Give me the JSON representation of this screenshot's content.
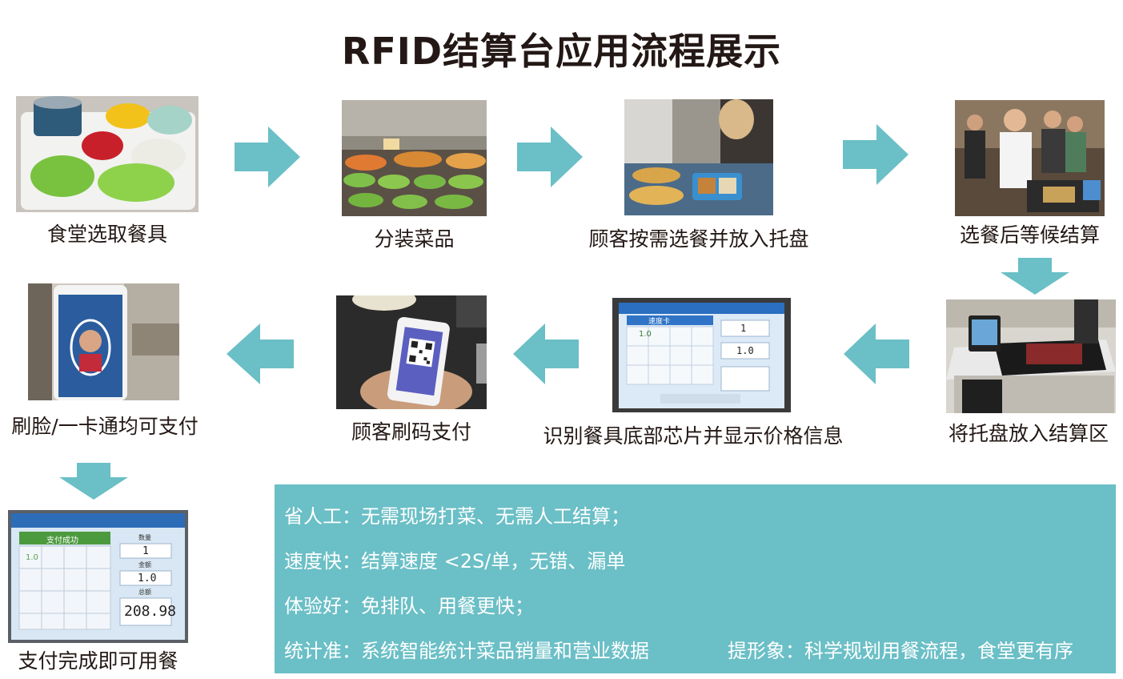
{
  "title": "RFID结算台应用流程展示",
  "steps": [
    {
      "label": "食堂选取餐具",
      "image": "tray-with-bowls"
    },
    {
      "label": "分装菜品",
      "image": "buffet-dishes"
    },
    {
      "label": "顾客按需选餐并放入托盘",
      "image": "customers-selecting-food"
    },
    {
      "label": "选餐后等候结算",
      "image": "people-waiting-checkout"
    },
    {
      "label": "将托盘放入结算区",
      "image": "tray-on-checkout-terminal"
    },
    {
      "label": "识别餐具底部芯片并显示价格信息",
      "image": "price-display-screen"
    },
    {
      "label": "顾客刷码支付",
      "image": "phone-qr-payment"
    },
    {
      "label": "刷脸/一卡通均可支付",
      "image": "face-recognition-terminal"
    },
    {
      "label": "支付完成即可用餐",
      "image": "payment-success-screen"
    }
  ],
  "screen_price": {
    "header": "速度卡",
    "item_price": "1.0",
    "qty": "1",
    "amount": "1.0"
  },
  "screen_success": {
    "header": "支付成功",
    "qty_label": "数量",
    "qty": "1",
    "amount_label": "金额",
    "amount": "1.0",
    "total_label": "总额",
    "total": "208.98",
    "item_price": "1.0"
  },
  "colors": {
    "arrow": "#6bbfc6",
    "info_bg": "#6bbfc6",
    "text": "#231815"
  },
  "benefits": [
    {
      "key": "省人工",
      "sep": "：",
      "value": "无需现场打菜、无需人工结算；"
    },
    {
      "key": "速度快",
      "sep": "：",
      "value": "结算速度 <2S/单，无错、漏单"
    },
    {
      "key": "体验好",
      "sep": "：",
      "value": "免排队、用餐更快；"
    },
    {
      "key": "统计准",
      "sep": "：",
      "value": "系统智能统计菜品销量和营业数据"
    }
  ],
  "benefit_extra": {
    "key": "提形象",
    "sep": "：",
    "value": "科学规划用餐流程，食堂更有序"
  }
}
